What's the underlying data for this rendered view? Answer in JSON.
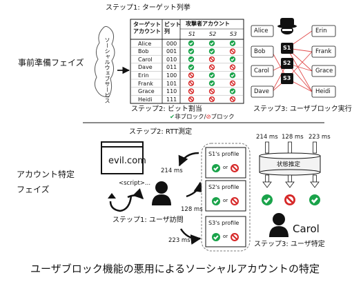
{
  "top": {
    "phase_label": "事前準備フェイズ",
    "step1_label": "ステップ1: ターゲット列挙",
    "step2_label": "ステップ2: ビット割当",
    "step3_label": "ステップ3: ユーザブロック実行",
    "cloud_label": "ソーシャルウェブサービス",
    "legend": {
      "unblock": "非ブロック",
      "sep": "/",
      "block": "ブロック"
    },
    "table": {
      "headers": [
        "ターゲット\nアカウント",
        "ビット\n列",
        "攻撃者アカウント"
      ],
      "attacker_accounts": [
        "S1",
        "S2",
        "S3"
      ],
      "rows": [
        {
          "name": "Alice",
          "bits": "000",
          "marks": [
            "ok",
            "ok",
            "ok"
          ]
        },
        {
          "name": "Bob",
          "bits": "001",
          "marks": [
            "ok",
            "ok",
            "no"
          ]
        },
        {
          "name": "Carol",
          "bits": "010",
          "marks": [
            "ok",
            "no",
            "ok"
          ]
        },
        {
          "name": "Dave",
          "bits": "011",
          "marks": [
            "ok",
            "no",
            "no"
          ]
        },
        {
          "name": "Erin",
          "bits": "100",
          "marks": [
            "no",
            "ok",
            "ok"
          ]
        },
        {
          "name": "Frank",
          "bits": "101",
          "marks": [
            "no",
            "ok",
            "no"
          ]
        },
        {
          "name": "Grace",
          "bits": "110",
          "marks": [
            "no",
            "no",
            "ok"
          ]
        },
        {
          "name": "Heidi",
          "bits": "111",
          "marks": [
            "no",
            "no",
            "no"
          ]
        }
      ]
    },
    "left_users": [
      "Alice",
      "Bob",
      "Carol",
      "Dave"
    ],
    "right_users": [
      "Erin",
      "Frank",
      "Grace",
      "Heidi"
    ],
    "attackers": [
      "S1",
      "S2",
      "S3"
    ]
  },
  "bottom": {
    "phase_label_1": "アカウント特定",
    "phase_label_2": "フェイズ",
    "site": "evil.com",
    "script_tag": "<script>...",
    "step1_label": "ステップ1: ユーザ訪問",
    "step2_label": "ステップ2: RTT測定",
    "step3_label": "ステップ3: ユーザ特定",
    "rtts": [
      "214 ms",
      "128 ms",
      "223 ms"
    ],
    "profiles": [
      "S1's profile",
      "S2's profile",
      "S3's profile"
    ],
    "or_text": "or",
    "timings_top": [
      "214 ms",
      "128 ms",
      "223 ms"
    ],
    "state_estimation": "状態推定",
    "results": [
      "ok",
      "no",
      "ok"
    ],
    "identified_user": "Carol"
  },
  "caption": "ユーザブロック機能の悪用によるソーシャルアカウントの特定"
}
